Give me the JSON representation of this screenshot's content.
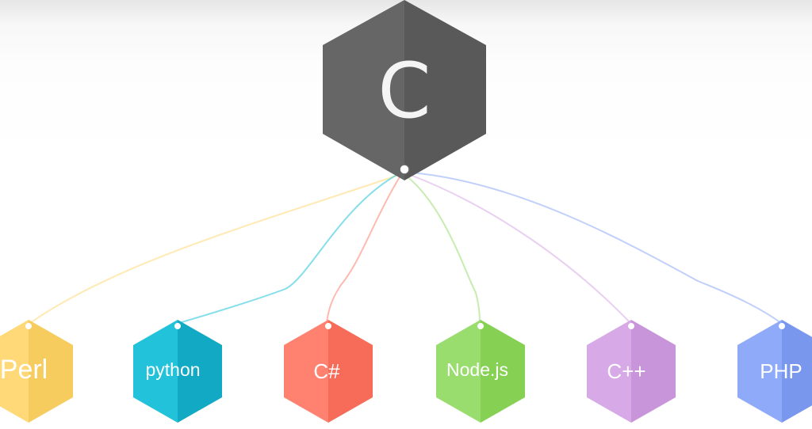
{
  "root": {
    "label": "C",
    "color": "#666666",
    "shade": "#595959"
  },
  "children": [
    {
      "label": "Perl",
      "color": "#ffd977",
      "shade": "#f6cc5e"
    },
    {
      "label": "python",
      "color": "#22c3da",
      "shade": "#11a9c3"
    },
    {
      "label": "C#",
      "color": "#ff8270",
      "shade": "#f66c59"
    },
    {
      "label": "Node.js",
      "color": "#99dd6e",
      "shade": "#86d054"
    },
    {
      "label": "C++",
      "color": "#d7a9e6",
      "shade": "#c995da"
    },
    {
      "label": "PHP",
      "color": "#8eaaf8",
      "shade": "#7a97ee"
    }
  ]
}
